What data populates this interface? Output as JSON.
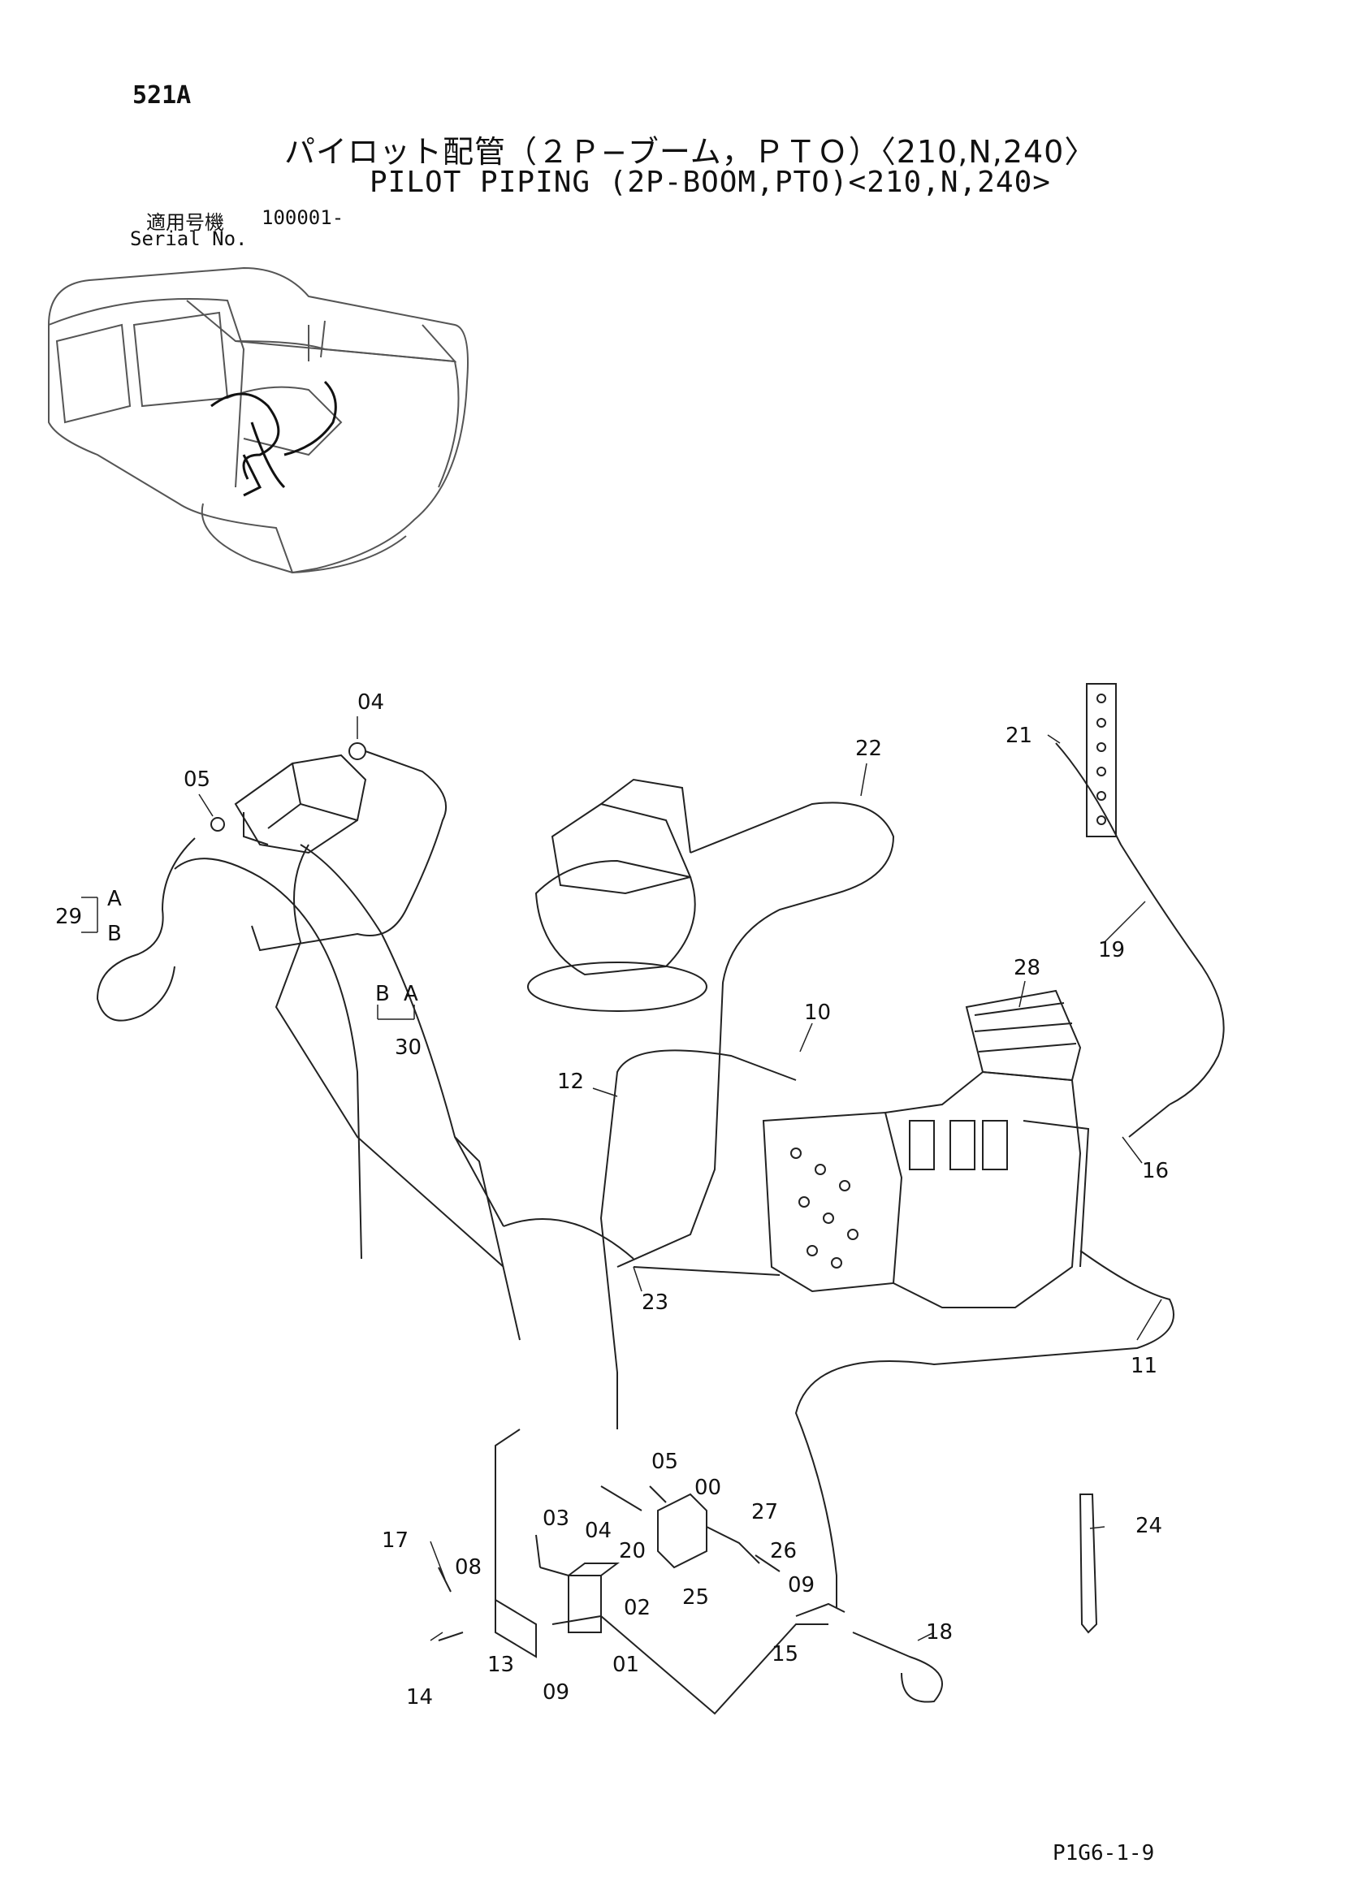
{
  "header": {
    "page_code": "521A",
    "title_jp": "パイロット配管（２Ｐ−ブーム，ＰＴＯ）〈210,N,240〉",
    "title_en": "PILOT PIPING (2P-BOOM,PTO)<210,N,240>",
    "serial_label_jp": "適用号機",
    "serial_value": "100001-",
    "serial_label_en": "Serial No."
  },
  "footer": {
    "drawing_code": "P1G6-1-9"
  },
  "part_callouts": {
    "p04_top": "04",
    "p05_top": "05",
    "p29": "29",
    "p29_a": "A",
    "p29_b": "B",
    "p30": "30",
    "p30_a": "A",
    "p30_b": "B",
    "p22": "22",
    "p21": "21",
    "p19": "19",
    "p28": "28",
    "p10": "10",
    "p12": "12",
    "p16": "16",
    "p23": "23",
    "p11": "11",
    "p05_bot": "05",
    "p00": "00",
    "p03": "03",
    "p04_bot": "04",
    "p27": "27",
    "p20": "20",
    "p26": "26",
    "p17": "17",
    "p08": "08",
    "p25": "25",
    "p09_r": "09",
    "p02": "02",
    "p13": "13",
    "p01": "01",
    "p09_b": "09",
    "p14": "14",
    "p15": "15",
    "p18": "18",
    "p24": "24"
  }
}
